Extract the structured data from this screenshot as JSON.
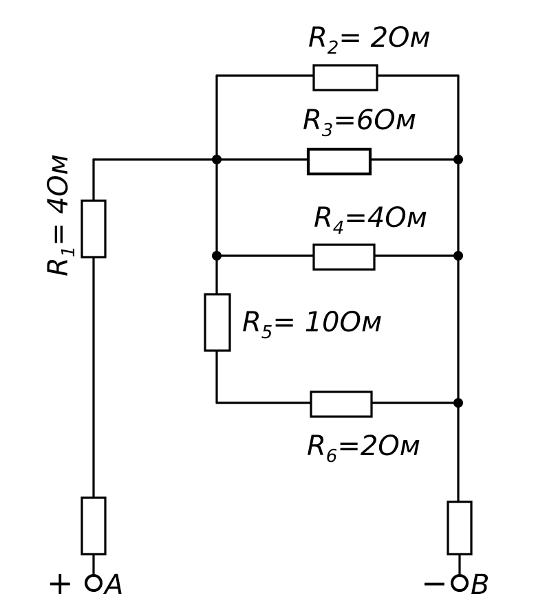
{
  "resistors": [
    {
      "id": "R1",
      "symbol": "R",
      "index": "1",
      "value": "= 4Ом"
    },
    {
      "id": "R2",
      "symbol": "R",
      "index": "2",
      "value": "= 2Ом"
    },
    {
      "id": "R3",
      "symbol": "R",
      "index": "3",
      "value": "=6Ом"
    },
    {
      "id": "R4",
      "symbol": "R",
      "index": "4",
      "value": "=4Ом"
    },
    {
      "id": "R5",
      "symbol": "R",
      "index": "5",
      "value": "= 10Ом"
    },
    {
      "id": "R6",
      "symbol": "R",
      "index": "6",
      "value": "=2Ом"
    }
  ],
  "terminals": {
    "a": {
      "sign": "+",
      "label": "A"
    },
    "b": {
      "sign": "−",
      "label": "B"
    }
  }
}
